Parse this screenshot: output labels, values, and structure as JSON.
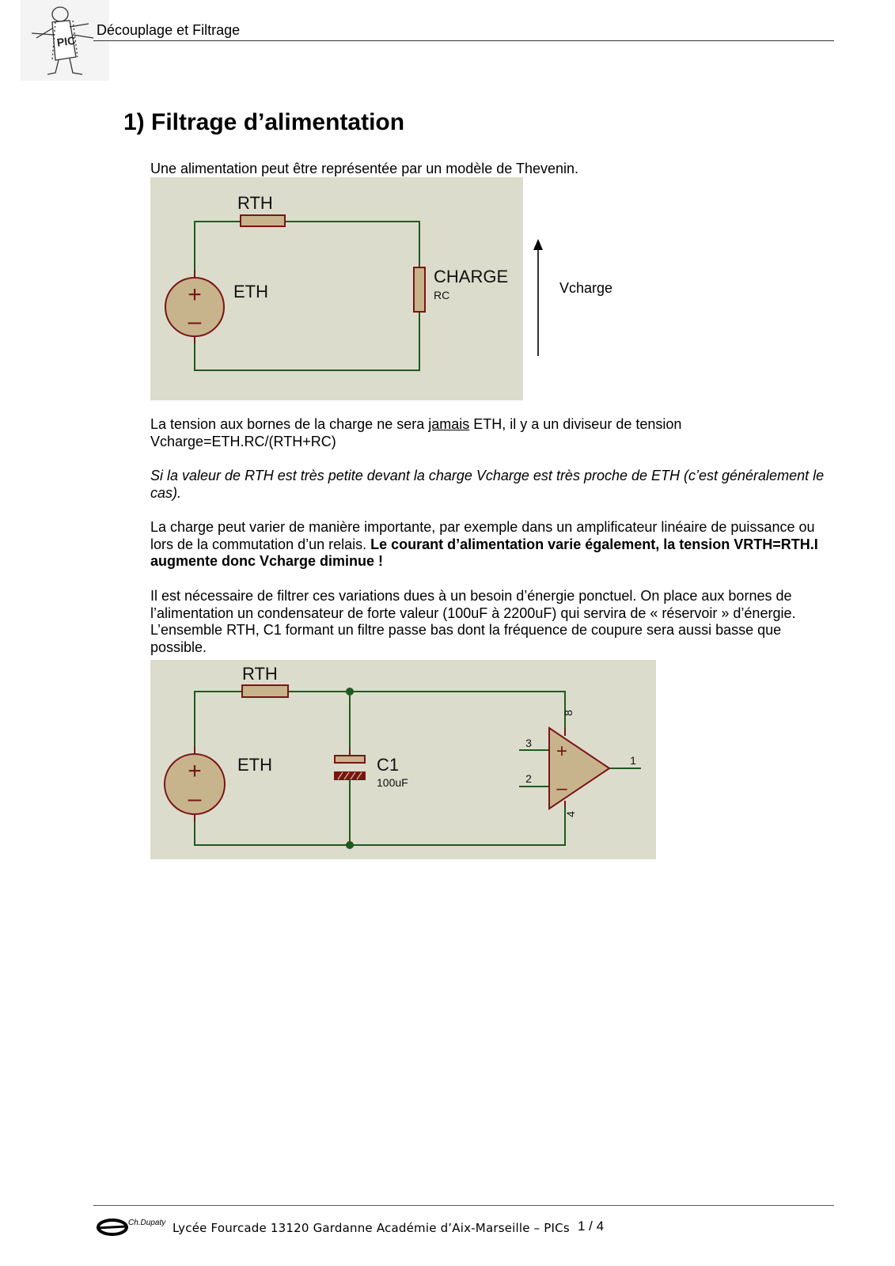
{
  "header": {
    "title": "Découplage et Filtrage",
    "logo_text": "PIC"
  },
  "section": {
    "title": "1) Filtrage d’alimentation"
  },
  "paragraphs": {
    "intro": "Une alimentation peut être représentée par un modèle de Thevenin.",
    "p1_a": "La tension aux bornes de la charge ne sera ",
    "p1_u": "jamais",
    "p1_b": " ETH, il y a un diviseur de tension",
    "p1_c": "Vcharge=ETH.RC/(RTH+RC)",
    "p2": "Si la valeur de RTH est très petite devant la charge Vcharge est très proche de ETH (c’est généralement le cas).",
    "p3_a": "La charge peut varier de manière importante, par exemple dans un amplificateur linéaire de puissance ou lors de la commutation d’un relais. ",
    "p3_b": "Le courant d’alimentation varie également, la tension VRTH=RTH.I augmente donc Vcharge diminue !",
    "p4": "Il est nécessaire de filtrer ces variations dues à un besoin d’énergie ponctuel. On place aux bornes de l’alimentation un condensateur de forte valeur (100uF à 2200uF) qui servira de « réservoir » d’énergie. L’ensemble RTH, C1 formant un filtre passe bas dont la fréquence de coupure sera aussi basse que possible."
  },
  "schematic1": {
    "rth_label": "RTH",
    "eth_label": "ETH",
    "charge_label": "CHARGE",
    "charge_value": "RC",
    "source_plus": "+",
    "source_minus": "–",
    "vcharge_label": "Vcharge"
  },
  "schematic2": {
    "rth_label": "RTH",
    "eth_label": "ETH",
    "c1_label": "C1",
    "c1_value": "100uF",
    "source_plus": "+",
    "source_minus": "–",
    "opamp_plus": "+",
    "opamp_minus": "–",
    "pin3": "3",
    "pin2": "2",
    "pin1": "1",
    "pin8": "8",
    "pin4": "4"
  },
  "footer": {
    "signature": "Ch.Dupaty",
    "text": "Lycée Fourcade 13120 Gardanne  Académie d’Aix-Marseille – PICs",
    "page": "1 / 4"
  },
  "colors": {
    "wire": "#1e5a1e",
    "component": "#7a1414",
    "component_fill": "#c8b48c",
    "schematic_bg": "#dcdccc"
  }
}
